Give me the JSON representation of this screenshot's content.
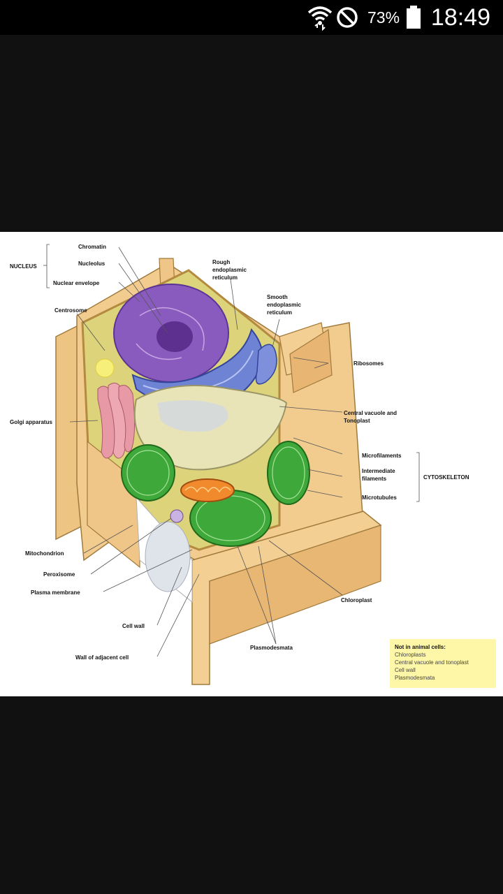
{
  "status_bar": {
    "battery_percent": "73%",
    "time": "18:49",
    "icons": [
      "wifi-icon",
      "do-not-disturb-icon",
      "battery-icon"
    ]
  },
  "image": {
    "labels": {
      "nucleus": "NUCLEUS",
      "chromatin": "Chromatin",
      "nucleolus": "Nucleolus",
      "nuclear_envelope": "Nuclear envelope",
      "centrosome": "Centrosome",
      "rough_er": [
        "Rough",
        "endoplasmic",
        "reticulum"
      ],
      "smooth_er": [
        "Smooth",
        "endoplasmic",
        "reticulum"
      ],
      "ribosomes": "Ribosomes",
      "golgi": "Golgi apparatus",
      "central_vacuole": [
        "Central vacuole and",
        "Tonoplast"
      ],
      "microfilaments": "Microfilaments",
      "intermediate_filaments": [
        "Intermediate",
        "filaments"
      ],
      "microtubules": "Microtubules",
      "cytoskeleton": "CYTOSKELETON",
      "mitochondrion": "Mitochondrion",
      "peroxisome": "Peroxisome",
      "plasma_membrane": "Plasma membrane",
      "cell_wall": "Cell wall",
      "wall_adjacent": "Wall of adjacent cell",
      "chloroplast": "Chloroplast",
      "plasmodesmata": "Plasmodesmata"
    },
    "legend": {
      "title": "Not in animal cells:",
      "items": [
        "Chloroplasts",
        "Central vacuole and tonoplast",
        "Cell wall",
        "Plasmodesmata"
      ]
    },
    "colors": {
      "cell_wall": "#f2c98a",
      "cytoplasm": "#d9d27a",
      "nucleus": "#8a5bbf",
      "er": "#5b6fc7",
      "vacuole": "#e8e4b8",
      "chloroplast": "#3fa83a",
      "golgi": "#e79aa6",
      "mitochondrion": "#f08a2c",
      "legend_bg": "#fff7a8"
    }
  }
}
